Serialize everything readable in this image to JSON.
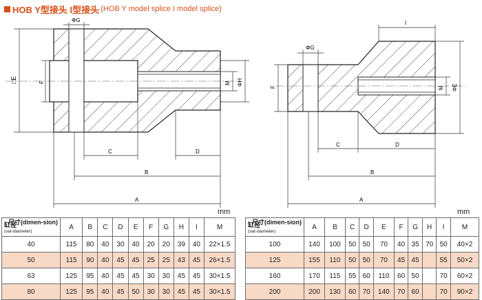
{
  "title": {
    "prefix": "HOB Y型接头 I型接头",
    "english": "(HOB  Y model splice   I model splice)",
    "color": "#d9501a"
  },
  "drawings": {
    "y_labels": {
      "G": "ΦG",
      "E": "□E",
      "F": "F",
      "M": "M",
      "H": "ΦH",
      "C": "C",
      "D": "D",
      "B": "B",
      "A": "A"
    },
    "i_labels": {
      "G": "ΦG",
      "F": "F",
      "M": "M",
      "E": "ΦE",
      "I": "I",
      "C": "C",
      "D": "D",
      "B": "B",
      "A": "A"
    }
  },
  "unit": "mm",
  "y_table": {
    "header_dim": "尺寸(dimen-sion)",
    "header_dia": "缸径",
    "header_dia_en": "(vat-diameter)",
    "columns": [
      "A",
      "B",
      "C",
      "D",
      "E",
      "F",
      "G",
      "H",
      "I",
      "M"
    ],
    "rows": [
      [
        "40",
        "115",
        "80",
        "40",
        "30",
        "40",
        "20",
        "20",
        "39",
        "40",
        "22×1.5"
      ],
      [
        "50",
        "115",
        "90",
        "40",
        "45",
        "45",
        "25",
        "25",
        "43",
        "45",
        "26×1.5"
      ],
      [
        "63",
        "125",
        "95",
        "40",
        "45",
        "45",
        "30",
        "30",
        "45",
        "45",
        "30×1.5"
      ],
      [
        "80",
        "125",
        "95",
        "40",
        "45",
        "50",
        "30",
        "30",
        "45",
        "45",
        "30×1.5"
      ]
    ]
  },
  "i_table": {
    "header_dim": "尺寸(dimen-sion)",
    "header_dia": "缸径",
    "header_dia_en": "(vat-diameter)",
    "columns": [
      "A",
      "B",
      "C",
      "D",
      "E",
      "F",
      "G",
      "H",
      "I",
      "M"
    ],
    "rows": [
      [
        "100",
        "140",
        "100",
        "50",
        "50",
        "70",
        "40",
        "35",
        "70",
        "50",
        "40×2"
      ],
      [
        "125",
        "155",
        "110",
        "50",
        "50",
        "70",
        "45",
        "45",
        "",
        "55",
        "50×2"
      ],
      [
        "160",
        "170",
        "115",
        "55",
        "60",
        "110",
        "60",
        "50",
        "",
        "70",
        "60×2"
      ],
      [
        "200",
        "200",
        "130",
        "60",
        "70",
        "140",
        "70",
        "60",
        "",
        "70",
        "90×2"
      ]
    ]
  }
}
